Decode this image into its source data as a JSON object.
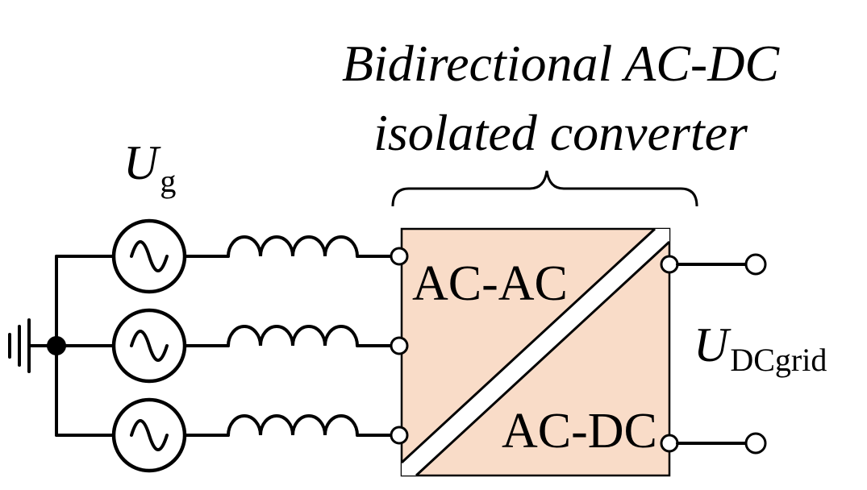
{
  "title": {
    "line1": "Bidirectional AC-DC",
    "line2": "isolated converter"
  },
  "converter": {
    "fill_color": "#f9dcc8",
    "top_label": "AC-AC",
    "bottom_label": "AC-DC"
  },
  "source": {
    "symbol": "U",
    "subscript": "g"
  },
  "dc_grid": {
    "symbol": "U",
    "subscript": "DCgrid"
  },
  "icons": [
    "ground-icon",
    "ac-source-icon",
    "inductor-icon",
    "terminal-icon",
    "node-dot-icon",
    "brace-icon"
  ]
}
